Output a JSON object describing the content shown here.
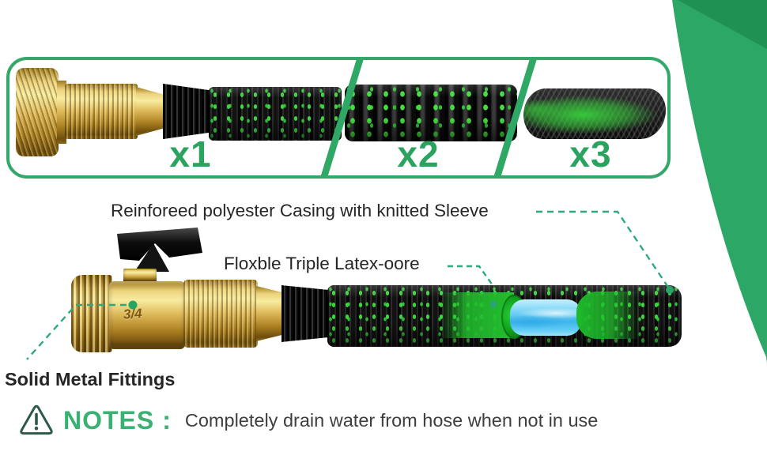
{
  "colors": {
    "brand_green": "#2CA765",
    "brand_green_dark": "#1F9252",
    "panel_border_green": "#33A869",
    "layer_label_green": "#2AA35F",
    "dash_green": "#2FA87C",
    "notes_green": "#3AB072",
    "fleck_green": "#3FD33F",
    "latex_blue": "#7FD6F6",
    "text_dark": "#262626"
  },
  "top_panel": {
    "sections": [
      {
        "label": "x1"
      },
      {
        "label": "x2"
      },
      {
        "label": "x3"
      }
    ]
  },
  "annotations": {
    "sleeve_label": "Reinforeed polyester Casing with knitted Sleeve",
    "latex_label": "Floxble Triple Latex-oore",
    "fittings_label": "Solid Metal Fittings"
  },
  "hose": {
    "fitting_marking": "3/4"
  },
  "notes": {
    "icon": "warning-triangle-icon",
    "heading": "NOTES",
    "colon": ":",
    "text": "Completely drain water from hose when not in use"
  }
}
